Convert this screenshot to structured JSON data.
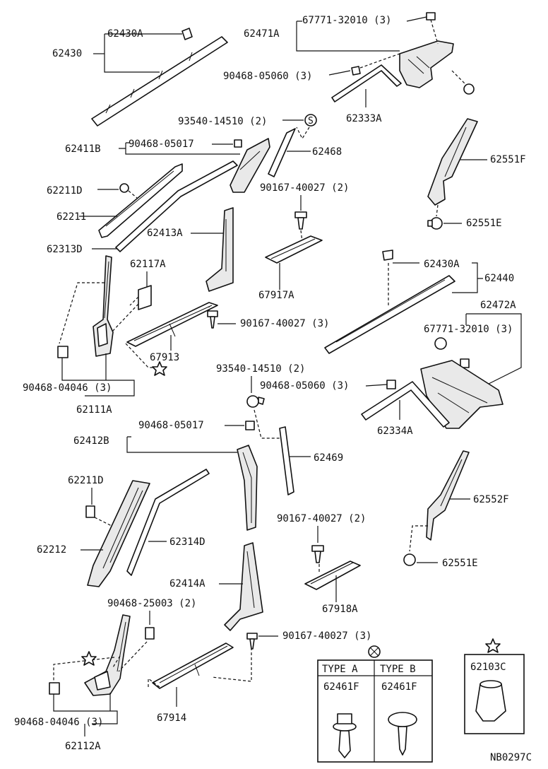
{
  "labels": {
    "p62430A_top": "62430A",
    "p62430": "62430",
    "p67771_top": "67771-32010 (3)",
    "p62471A": "62471A",
    "p90468_05060_top": "90468-05060 (3)",
    "p62333A": "62333A",
    "p93540_top": "93540-14510 (2)",
    "p62411B": "62411B",
    "p90468_05017_top": "90468-05017",
    "p62468": "62468",
    "p62551F": "62551F",
    "p62211D_top": "62211D",
    "p90167_top": "90167-40027 (2)",
    "p62211": "62211",
    "p62413A": "62413A",
    "p62551E_top": "62551E",
    "p62313D": "62313D",
    "p62117A": "62117A",
    "p67917A": "67917A",
    "p62430A_mid": "62430A",
    "p62440": "62440",
    "p90167_mid": "90167-40027 (3)",
    "p67913": "67913",
    "p62472A": "62472A",
    "p67771_mid": "67771-32010 (3)",
    "p90468_04046_top": "90468-04046 (3)",
    "p62111A": "62111A",
    "p93540_mid": "93540-14510 (2)",
    "p90468_05060_mid": "90468-05060 (3)",
    "p62334A": "62334A",
    "p90468_05017_mid": "90468-05017",
    "p62412B": "62412B",
    "p62469": "62469",
    "p62211D_bot": "62211D",
    "p62552F": "62552F",
    "p90167_low": "90167-40027 (2)",
    "p62212": "62212",
    "p62314D": "62314D",
    "p62551E_bot": "62551E",
    "p62414A": "62414A",
    "p67918A": "67918A",
    "p90468_25003": "90468-25003 (2)",
    "p90167_bot": "90167-40027 (3)",
    "p90468_04046_bot": "90468-04046 (3)",
    "p62112A": "62112A",
    "p67914": "67914",
    "typeA": "TYPE  A",
    "typeB": "TYPE  B",
    "p62461F_a": "62461F",
    "p62461F_b": "62461F",
    "p62103C": "62103C",
    "figure_code": "NB0297C"
  },
  "icons": [
    "star-marker",
    "flower-marker",
    "s-circle-marker"
  ]
}
